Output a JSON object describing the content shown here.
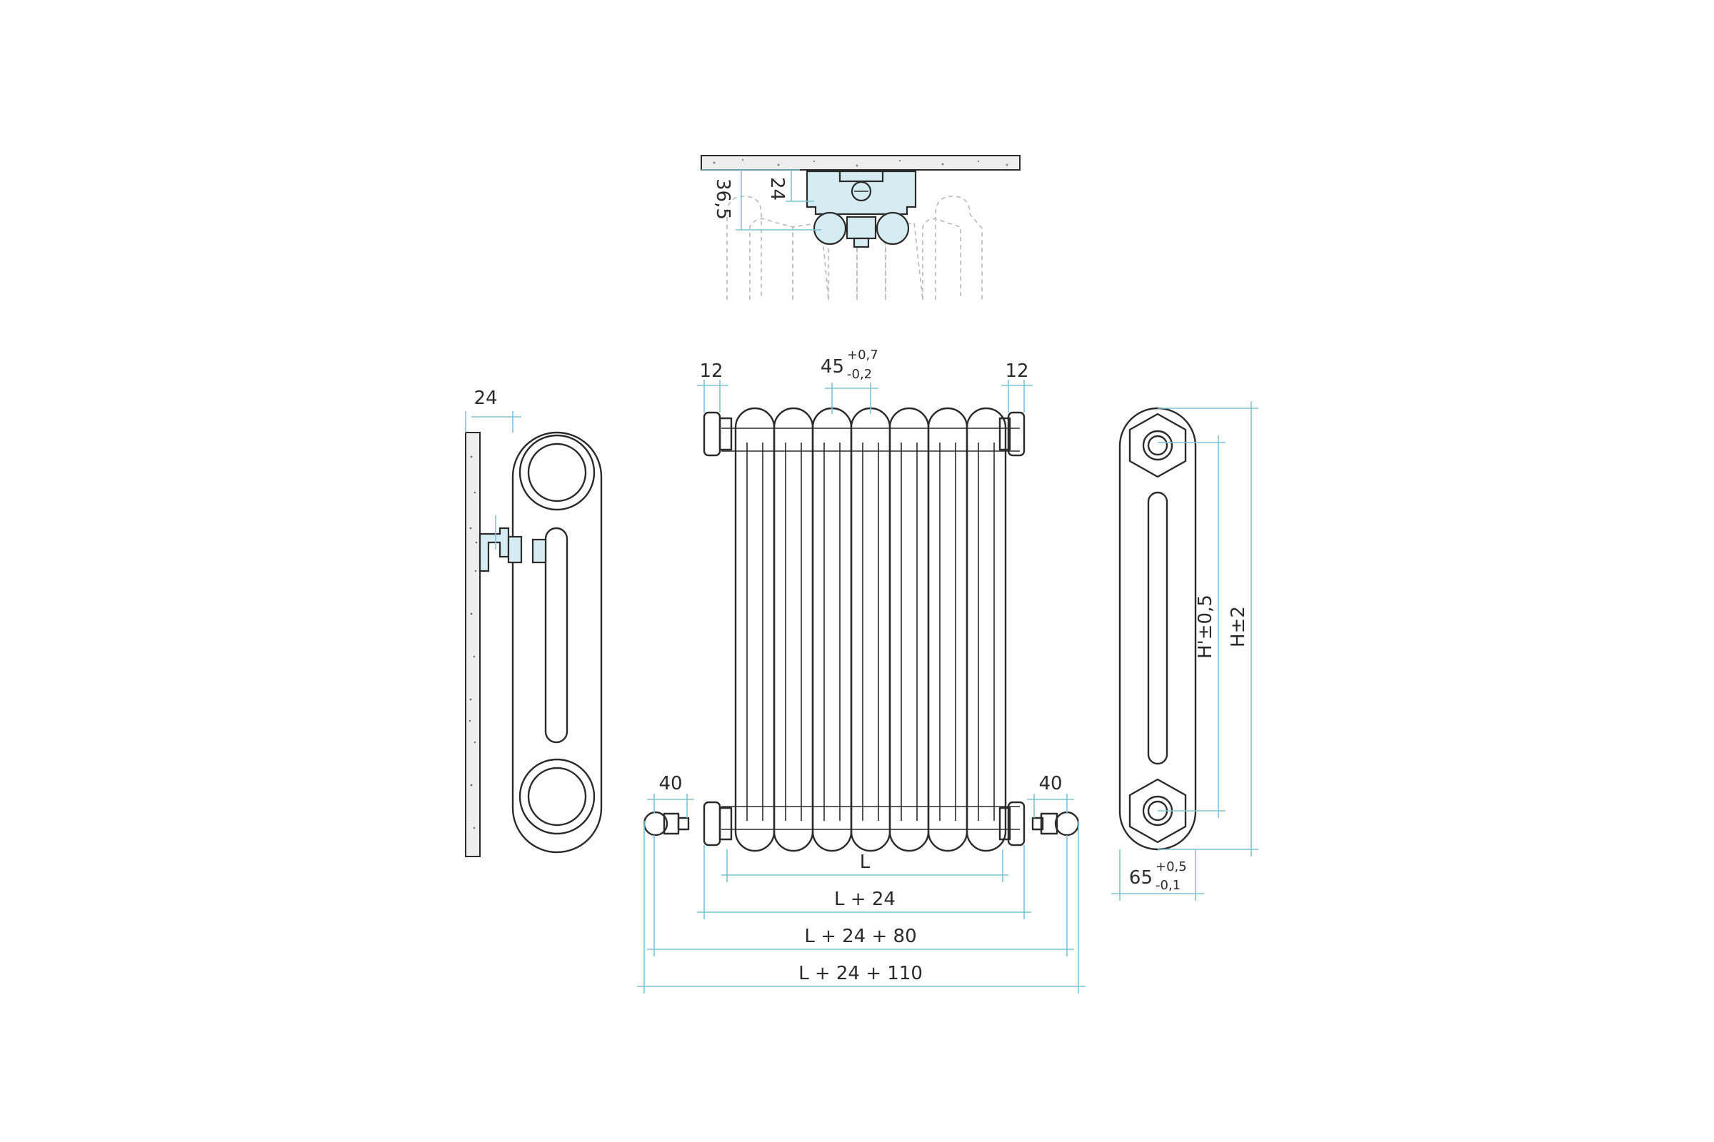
{
  "top_view": {
    "dim_36_5": "36,5",
    "dim_24": "24"
  },
  "side_left": {
    "dim_24": "24"
  },
  "front": {
    "dim_12_left": "12",
    "dim_12_right": "12",
    "dim_45": "45",
    "dim_45_tol_plus": "+0,7",
    "dim_45_tol_minus": "-0,2",
    "dim_40_left": "40",
    "dim_40_right": "40",
    "dim_L": "L",
    "dim_L24": "L + 24",
    "dim_L24_80": "L + 24 + 80",
    "dim_L24_110": "L + 24 + 110"
  },
  "side_right": {
    "dim_H1": "H'±0,5",
    "dim_H": "H±2",
    "dim_65": "65",
    "dim_65_tol_plus": "+0,5",
    "dim_65_tol_minus": "-0,1"
  }
}
